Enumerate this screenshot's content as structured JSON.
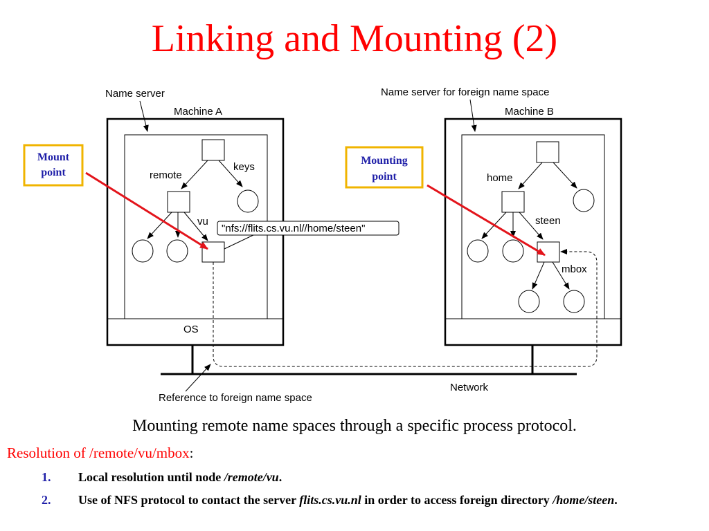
{
  "slide": {
    "title": "Linking and Mounting (2)",
    "caption": "Mounting remote name spaces through a specific process protocol."
  },
  "diagram": {
    "labels": {
      "name_server": "Name server",
      "machine_a": "Machine A",
      "name_server_foreign": "Name server for foreign name space",
      "machine_b": "Machine B",
      "remote": "remote",
      "keys": "keys",
      "vu": "vu",
      "nfs_url": "\"nfs://flits.cs.vu.nl//home/steen\"",
      "home": "home",
      "steen": "steen",
      "mbox": "mbox",
      "os": "OS",
      "network": "Network",
      "reference": "Reference to foreign name space"
    },
    "callouts": {
      "mount_point_line1": "Mount",
      "mount_point_line2": "point",
      "mounting_point_line1": "Mounting",
      "mounting_point_line2": "point"
    },
    "colors": {
      "arrow": "#e3141b",
      "callout_border": "#f0b400",
      "callout_text": "#1f1fa8"
    }
  },
  "resolution": {
    "heading": "Resolution of /remote/vu/mbox",
    "colon": ":",
    "steps": [
      {
        "num": "1.",
        "text_before": "Local resolution until node ",
        "em": "/remote/vu",
        "text_after": "."
      },
      {
        "num": "2.",
        "text_before": "Use of NFS protocol to contact the server ",
        "em": "flits.cs.vu.nl",
        "text_middle": " in order to access foreign directory ",
        "em2": "/home/steen",
        "text_after": "."
      }
    ]
  }
}
